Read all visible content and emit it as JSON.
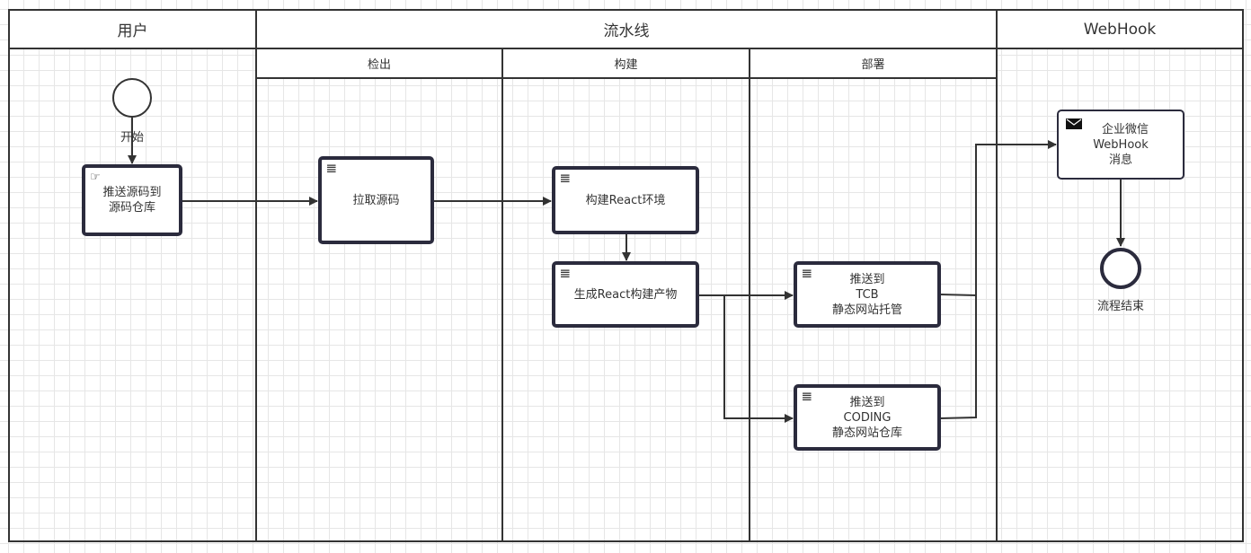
{
  "lanes": {
    "user": {
      "title": "用户"
    },
    "pipeline": {
      "title": "流水线",
      "stages": [
        {
          "title": "检出"
        },
        {
          "title": "构建"
        },
        {
          "title": "部署"
        }
      ]
    },
    "webhook": {
      "title": "WebHook"
    }
  },
  "nodes": {
    "start": {
      "label": "开始",
      "type": "start-event"
    },
    "push_source": {
      "lines": [
        "推送源码到",
        "源码仓库"
      ],
      "icon": "hand-pointer-icon",
      "type": "manual-task"
    },
    "pull_source": {
      "lines": [
        "拉取源码"
      ],
      "icon": "script-icon",
      "type": "script-task"
    },
    "build_env": {
      "lines": [
        "构建React环境"
      ],
      "icon": "script-icon",
      "type": "script-task"
    },
    "build_artifact": {
      "lines": [
        "生成React构建产物"
      ],
      "icon": "script-icon",
      "type": "script-task"
    },
    "push_tcb": {
      "lines": [
        "推送到",
        "TCB",
        "静态网站托管"
      ],
      "icon": "script-icon",
      "type": "script-task"
    },
    "push_coding": {
      "lines": [
        "推送到",
        "CODING",
        "静态网站仓库"
      ],
      "icon": "script-icon",
      "type": "script-task"
    },
    "wecom_msg": {
      "lines": [
        "企业微信",
        "WebHook",
        "消息"
      ],
      "icon": "envelope-icon",
      "type": "send-task"
    },
    "end": {
      "label": "流程结束",
      "type": "end-event"
    }
  },
  "edges": [
    {
      "from": "start",
      "to": "push_source"
    },
    {
      "from": "push_source",
      "to": "pull_source"
    },
    {
      "from": "pull_source",
      "to": "build_env"
    },
    {
      "from": "build_env",
      "to": "build_artifact"
    },
    {
      "from": "build_artifact",
      "to": "push_tcb"
    },
    {
      "from": "build_artifact",
      "to": "push_coding"
    },
    {
      "from": "push_tcb",
      "to": "wecom_msg"
    },
    {
      "from": "push_coding",
      "to": "wecom_msg"
    },
    {
      "from": "wecom_msg",
      "to": "end"
    }
  ],
  "colors": {
    "stroke": "#2b2b3d",
    "line": "#333333",
    "grid": "#e6e6e6"
  }
}
